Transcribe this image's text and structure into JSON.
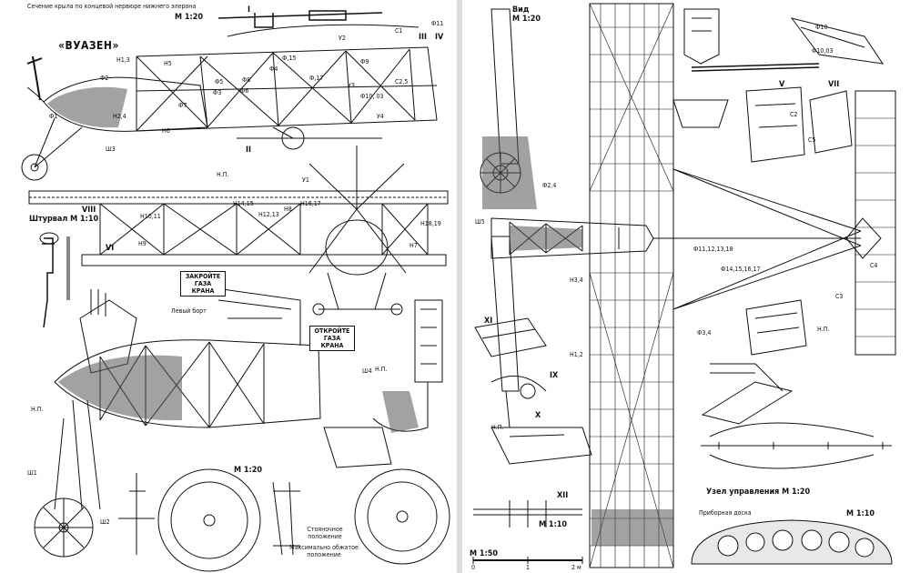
{
  "section_title": "Сечение крыла по концевой нервюре нижнего элерона",
  "scale_side": "М 1:20",
  "aircraft_name": "«ВУАЗЕН»",
  "steering_title": "Штурвал",
  "steering_scale": "М 1:10",
  "top_view_title": "Вид",
  "top_view_scale": "М 1:20",
  "close_fuel": "ЗАКРОЙТЕ ГАЗА КРАНА",
  "open_fuel": "ОТКРОЙТЕ ГАЗА КРАНА",
  "left_board": "Левый борт",
  "scale_bottom_left": "М 1:20",
  "stowed_pos": "Стояночное положение",
  "max_load_pos": "Максимально обжатое положение",
  "control_unit": "Узел управления",
  "control_scale": "М 1:20",
  "instrument_panel": "Приборная доска",
  "panel_scale": "М 1:10",
  "xii_scale": "М 1:10",
  "scale_bar": "М 1:50",
  "scale_bar_marks": [
    "0",
    "1",
    "2 м"
  ],
  "np_labels": [
    "Н.П.",
    "Н.П.",
    "Н.П.",
    "Н.П.",
    "Н.П."
  ],
  "roman_labels": [
    "I",
    "II",
    "III",
    "IV",
    "V",
    "VI",
    "VII",
    "VIII",
    "IX",
    "X",
    "XI",
    "XII"
  ],
  "part_labels": [
    "Ф1",
    "Ф2",
    "Ф3",
    "Ф4",
    "Ф5",
    "Ф6",
    "Ф7",
    "Ф8",
    "Ф9",
    "Ф10",
    "Ф11",
    "Ф,15",
    "Ф,17",
    "Ф10, 03",
    "Н1,3",
    "Н2,4",
    "Н5",
    "Н6",
    "Н7",
    "Н8",
    "Н9",
    "Н10,11",
    "Н12,13",
    "Н14,15",
    "Н16,17",
    "Н18,19",
    "У1",
    "У2",
    "У3",
    "У4",
    "С1",
    "С2",
    "С3",
    "С4",
    "С5",
    "Ш1",
    "Ш2",
    "Ш3",
    "Ш4",
    "Ш5",
    "Ф11,12,13,18",
    "Ф14,15,16,17",
    "Ф3,4",
    "Ф2,4",
    "Н3,4",
    "Н1,2",
    "С2,5",
    "Ф10,03"
  ]
}
